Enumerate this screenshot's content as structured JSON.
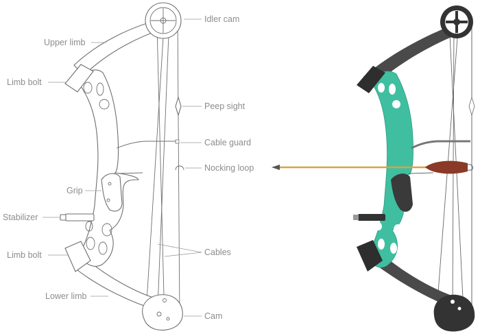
{
  "labels": {
    "idler_cam": "Idler cam",
    "upper_limb": "Upper limb",
    "limb_bolt_top": "Limb bolt",
    "peep_sight": "Peep sight",
    "cable_guard": "Cable guard",
    "nocking_loop": "Nocking loop",
    "grip": "Grip",
    "stabilizer": "Stabilizer",
    "limb_bolt_bottom": "Limb bolt",
    "cables": "Cables",
    "lower_limb": "Lower limb",
    "cam": "Cam"
  },
  "colors": {
    "label_text": "#8c8c8c",
    "outline": "#6e6e6e",
    "riser": "#3fbfa0",
    "limb": "#4a4a4a",
    "cam": "#333333",
    "arrow_shaft": "#d9a441",
    "fletching": "#8a3a26"
  }
}
